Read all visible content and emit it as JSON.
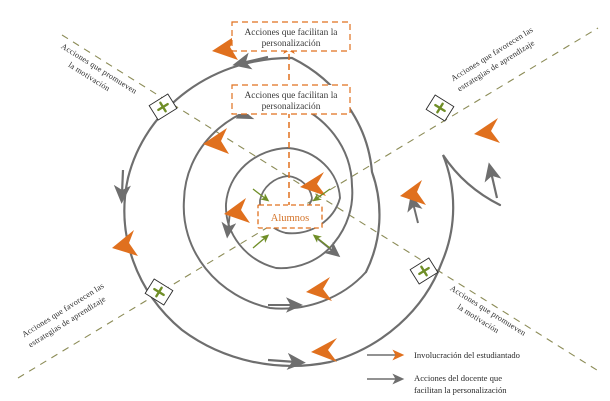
{
  "diagram": {
    "center": {
      "label": "Alumnos"
    },
    "action_boxes": [
      {
        "id": "outer-box",
        "line1": "Acciones que facilitan la",
        "line2": "personalización"
      },
      {
        "id": "inner-box",
        "line1": "Acciones que facilitan la",
        "line2": "personalización"
      }
    ],
    "axis_labels": [
      {
        "id": "top-left",
        "line1": "Acciones que promueven",
        "line2": "la motivación"
      },
      {
        "id": "top-right",
        "line1": "Acciones que favorecen las",
        "line2": "estrategias de aprendizaje"
      },
      {
        "id": "bottom-left",
        "line1": "Acciones que favorecen las",
        "line2": "estrategias de aprendizaje"
      },
      {
        "id": "bottom-right",
        "line1": "Acciones que promueven",
        "line2": "la motivación"
      }
    ],
    "plus_markers": [
      {
        "id": "plus-top-left",
        "symbol": "+"
      },
      {
        "id": "plus-top-right",
        "symbol": "+"
      },
      {
        "id": "plus-bottom-left",
        "symbol": "+"
      },
      {
        "id": "plus-bottom-right",
        "symbol": "+"
      }
    ],
    "legend": {
      "items": [
        {
          "id": "student-involvement",
          "arrow_color": "#e0701e",
          "label": "Involucración del estudiantado"
        },
        {
          "id": "teacher-actions",
          "arrow_color": "#6e6e6e",
          "label_line1": "Acciones    del    docente    que",
          "label_line2": "facilitan la personalización"
        }
      ]
    },
    "colors": {
      "orange": "#e0701e",
      "gray": "#6e6e6e",
      "olive": "#8c8c57",
      "green": "#6f8e27",
      "center_text": "#d4742a",
      "background": "#ffffff"
    }
  }
}
